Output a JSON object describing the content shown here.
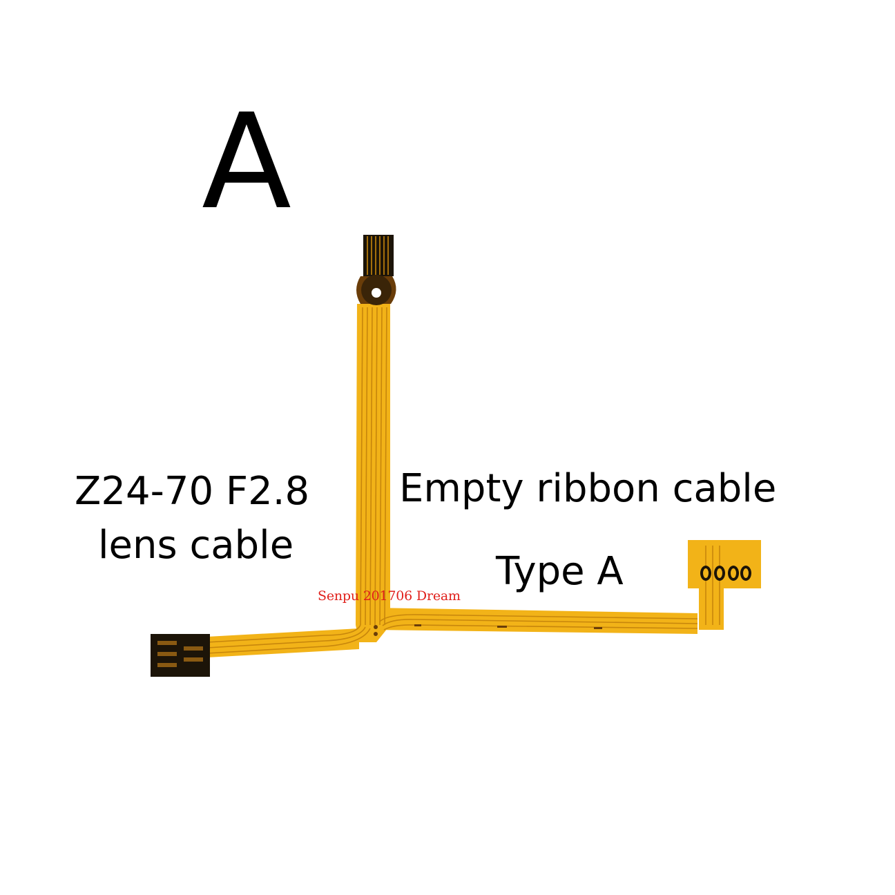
{
  "labels": {
    "big_letter": "A",
    "model_line1": "Z24-70 F2.8",
    "model_line2": "lens cable",
    "empty_label": "Empty ribbon cable",
    "type_label": "Type A"
  },
  "watermark": "Senpu 201706 Dream",
  "colors": {
    "flex_cable": "#f2b318",
    "flex_trace": "#c7860c",
    "dark_connector": "#1c1408",
    "watermark": "#e0201b"
  }
}
